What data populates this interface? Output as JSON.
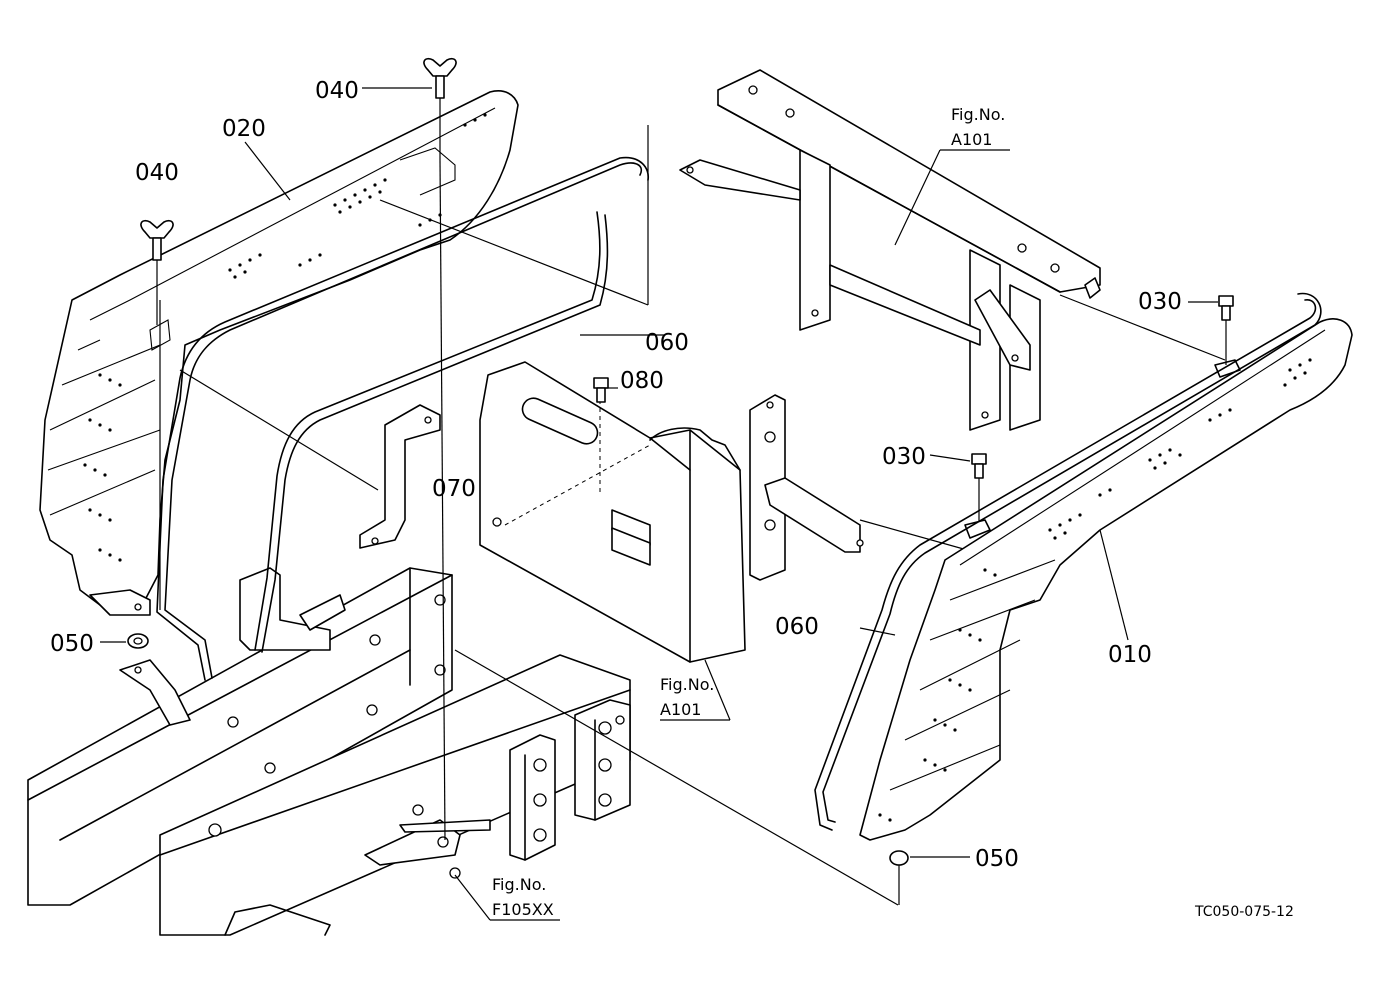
{
  "labels": {
    "p010": "010",
    "p020": "020",
    "p030a": "030",
    "p030b": "030",
    "p040a": "040",
    "p040b": "040",
    "p050a": "050",
    "p050b": "050",
    "p060a": "060",
    "p060b": "060",
    "p070": "070",
    "p080": "080"
  },
  "figure_refs": {
    "top": {
      "line1": "Fig.No.",
      "line2": "A101"
    },
    "middle": {
      "line1": "Fig.No.",
      "line2": "A101"
    },
    "bottom": {
      "line1": "Fig.No.",
      "line2": "F105XX"
    }
  },
  "drawing_id": "TC050-075-12"
}
